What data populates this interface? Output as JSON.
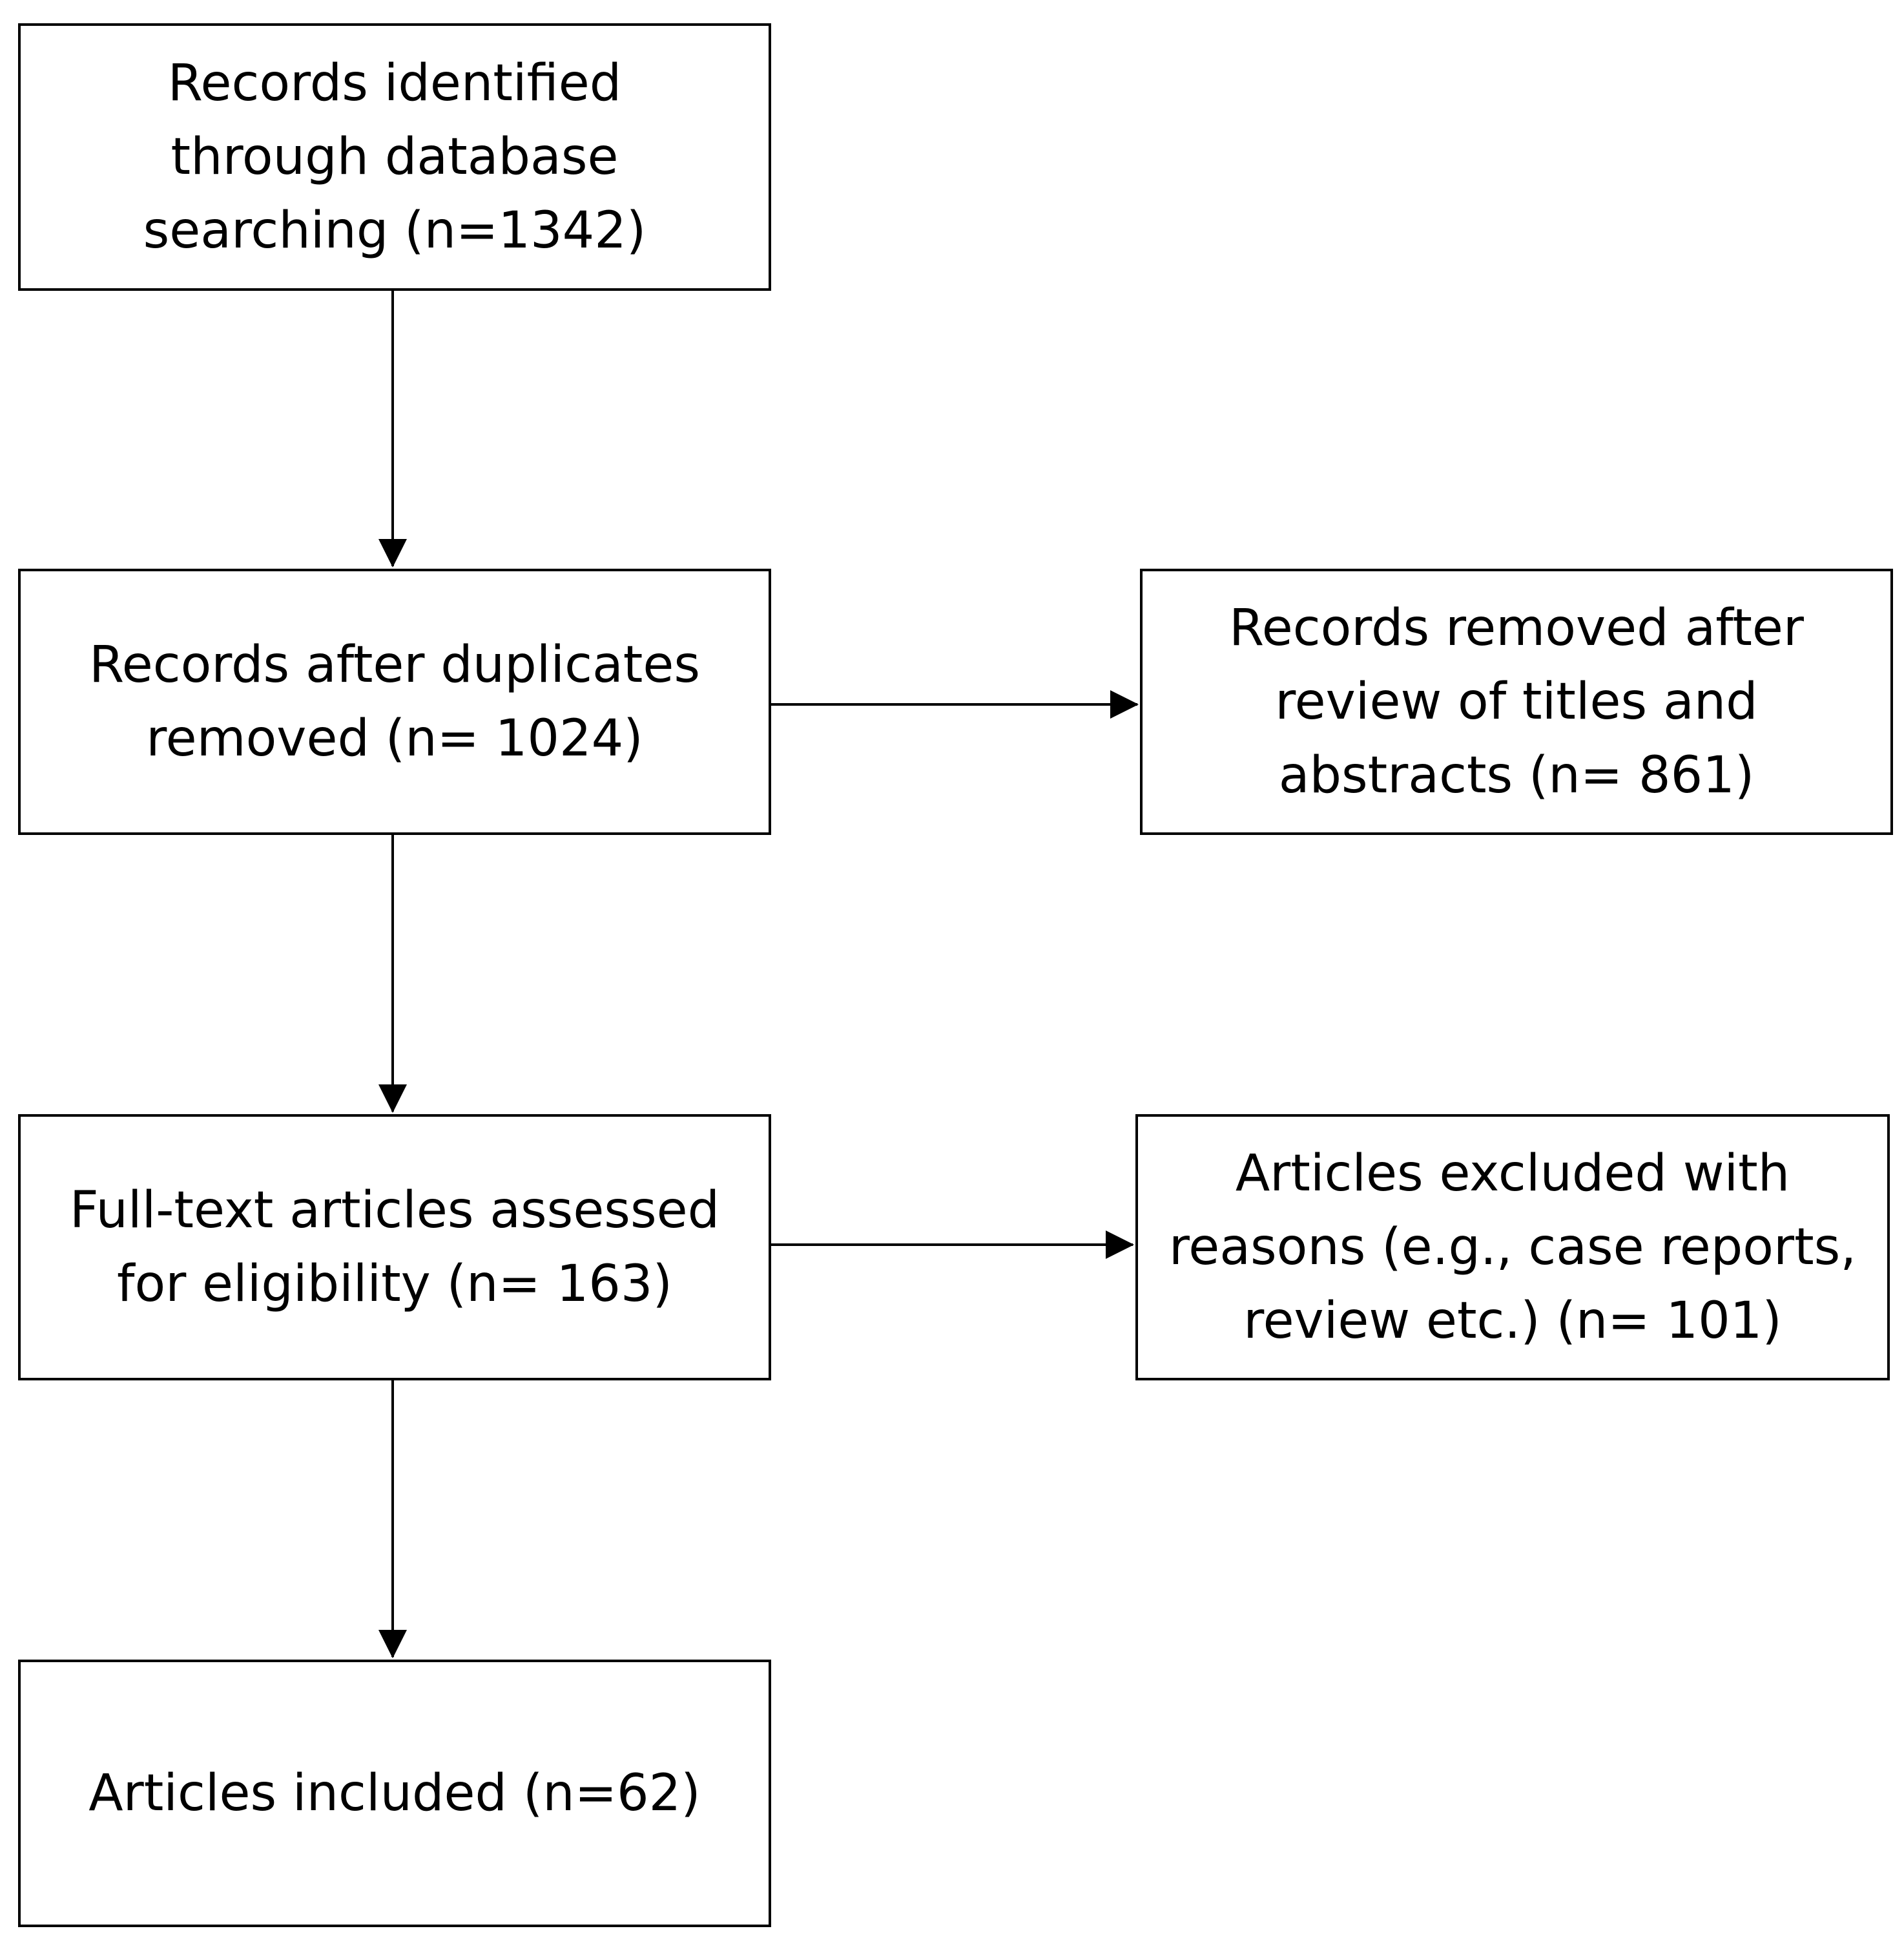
{
  "diagram": {
    "boxes": {
      "identified": {
        "lines": [
          "Records identified",
          "through database",
          "searching (n=1342)"
        ]
      },
      "deduplicated": {
        "lines": [
          "Records after duplicates",
          "removed (n= 1024)"
        ]
      },
      "screened_out": {
        "lines": [
          "Records removed after",
          "review of titles and",
          "abstracts (n= 861)"
        ]
      },
      "full_text": {
        "lines": [
          "Full-text articles assessed",
          "for eligibility (n= 163)"
        ]
      },
      "excluded": {
        "lines": [
          "Articles excluded with",
          "reasons (e.g., case reports,",
          "review etc.) (n= 101)"
        ]
      },
      "included": {
        "lines": [
          "Articles included (n=62)"
        ]
      }
    },
    "colors": {
      "stroke": "#000000",
      "background": "#ffffff"
    }
  }
}
